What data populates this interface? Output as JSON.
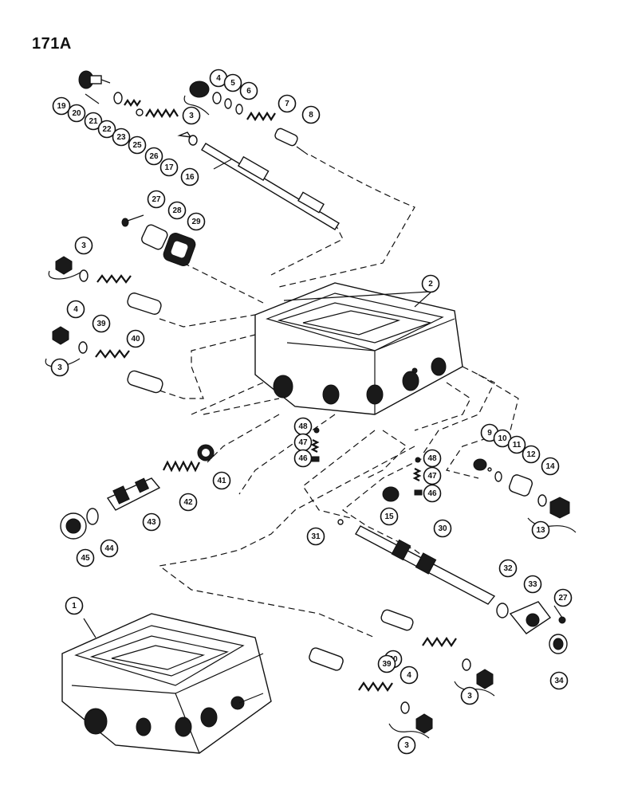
{
  "page_label": "171A",
  "callouts": [
    {
      "id": "c19",
      "label": "19"
    },
    {
      "id": "c20",
      "label": "20"
    },
    {
      "id": "c21",
      "label": "21"
    },
    {
      "id": "c22",
      "label": "22"
    },
    {
      "id": "c23",
      "label": "23"
    },
    {
      "id": "c25",
      "label": "25"
    },
    {
      "id": "c26",
      "label": "26"
    },
    {
      "id": "c17",
      "label": "17"
    },
    {
      "id": "c16",
      "label": "16"
    },
    {
      "id": "c3a",
      "label": "3"
    },
    {
      "id": "c4a",
      "label": "4"
    },
    {
      "id": "c5",
      "label": "5"
    },
    {
      "id": "c6",
      "label": "6"
    },
    {
      "id": "c7",
      "label": "7"
    },
    {
      "id": "c8",
      "label": "8"
    },
    {
      "id": "c27a",
      "label": "27"
    },
    {
      "id": "c28",
      "label": "28"
    },
    {
      "id": "c29",
      "label": "29"
    },
    {
      "id": "c3b",
      "label": "3"
    },
    {
      "id": "c4b",
      "label": "4"
    },
    {
      "id": "c39a",
      "label": "39"
    },
    {
      "id": "c40a",
      "label": "40"
    },
    {
      "id": "c3c",
      "label": "3"
    },
    {
      "id": "c2",
      "label": "2"
    },
    {
      "id": "c48a",
      "label": "48"
    },
    {
      "id": "c47a",
      "label": "47"
    },
    {
      "id": "c46a",
      "label": "46"
    },
    {
      "id": "c9",
      "label": "9"
    },
    {
      "id": "c10",
      "label": "10"
    },
    {
      "id": "c11",
      "label": "11"
    },
    {
      "id": "c12",
      "label": "12"
    },
    {
      "id": "c14",
      "label": "14"
    },
    {
      "id": "c13",
      "label": "13"
    },
    {
      "id": "c48b",
      "label": "48"
    },
    {
      "id": "c47b",
      "label": "47"
    },
    {
      "id": "c46b",
      "label": "46"
    },
    {
      "id": "c15",
      "label": "15"
    },
    {
      "id": "c41",
      "label": "41"
    },
    {
      "id": "c42",
      "label": "42"
    },
    {
      "id": "c43",
      "label": "43"
    },
    {
      "id": "c44",
      "label": "44"
    },
    {
      "id": "c45",
      "label": "45"
    },
    {
      "id": "c31",
      "label": "31"
    },
    {
      "id": "c30",
      "label": "30"
    },
    {
      "id": "c32",
      "label": "32"
    },
    {
      "id": "c33",
      "label": "33"
    },
    {
      "id": "c27b",
      "label": "27"
    },
    {
      "id": "c34",
      "label": "34"
    },
    {
      "id": "c1",
      "label": "1"
    },
    {
      "id": "c40b",
      "label": "40"
    },
    {
      "id": "c39b",
      "label": "39"
    },
    {
      "id": "c4c",
      "label": "4"
    },
    {
      "id": "c3d",
      "label": "3"
    },
    {
      "id": "c3e",
      "label": "3"
    }
  ]
}
